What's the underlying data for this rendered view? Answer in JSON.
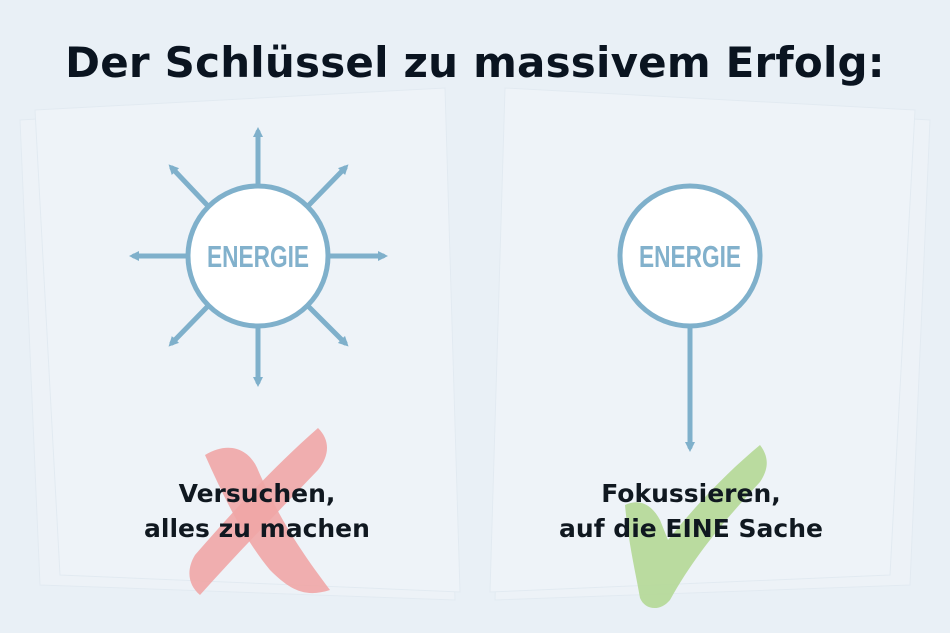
{
  "title": "Der Schlüssel zu massivem Erfolg:",
  "left": {
    "node_label": "ENERGIE",
    "caption_line1": "Versuchen,",
    "caption_line2": "alles zu machen",
    "mark_icon": "cross-icon"
  },
  "right": {
    "node_label": "ENERGIE",
    "caption_line1": "Fokussieren,",
    "caption_line2": "auf die EINE Sache",
    "mark_icon": "checkmark-icon"
  },
  "colors": {
    "background": "#e9f0f6",
    "accent_blue": "#7fb0cb",
    "cross_red": "#f0a6a6",
    "check_green": "#b6d99a",
    "text": "#0a1420"
  }
}
